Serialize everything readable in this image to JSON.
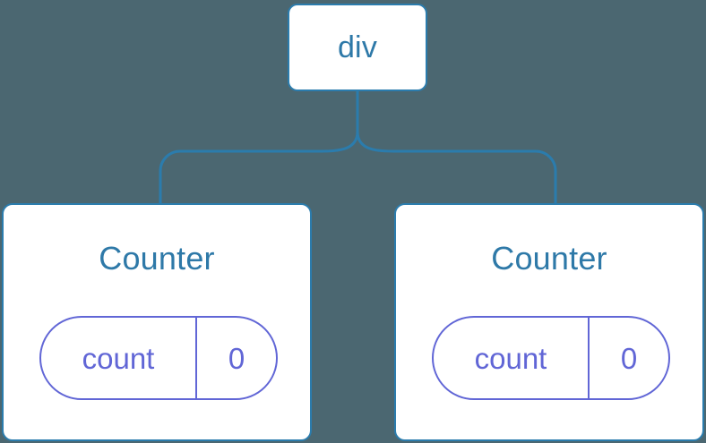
{
  "diagram": {
    "type": "component-tree",
    "background_color": "#4b6771",
    "connector_color": "#2b7cad",
    "node_border_color": "#2b7cad",
    "node_text_color": "#2e79a8",
    "state_accent_color": "#6166d6",
    "root": {
      "label": "div"
    },
    "children": [
      {
        "title": "Counter",
        "state": {
          "key": "count",
          "value": "0"
        }
      },
      {
        "title": "Counter",
        "state": {
          "key": "count",
          "value": "0"
        }
      }
    ]
  }
}
